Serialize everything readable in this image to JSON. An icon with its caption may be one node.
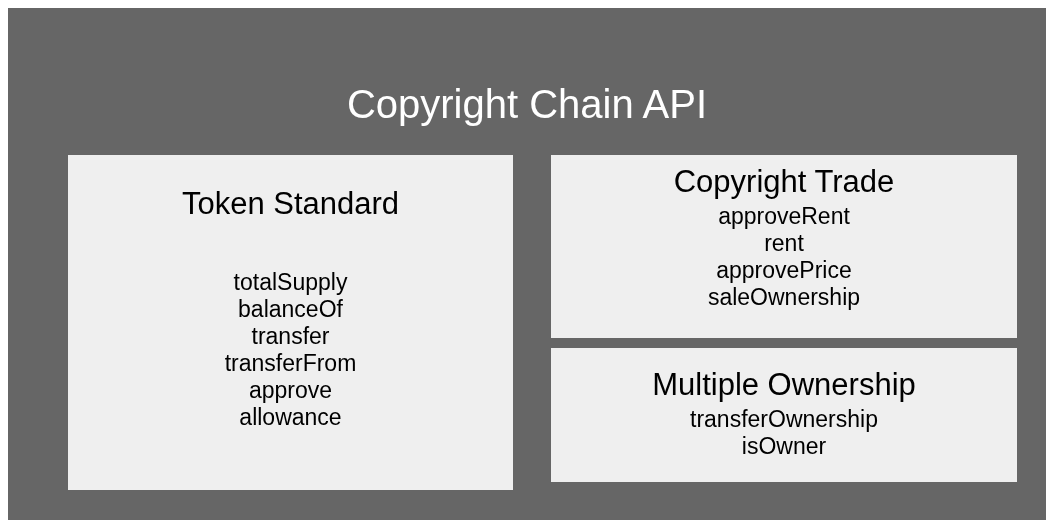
{
  "diagram": {
    "title": "Copyright Chain API",
    "nodes": [
      {
        "text": [
          "Token Standard",
          "totalSupply",
          "balanceOf",
          "transfer",
          "transferFrom",
          "approve",
          "allowance"
        ]
      },
      {
        "text": [
          "Copyright Trade",
          "approveRent",
          "rent",
          "approvePrice",
          "saleOwnership"
        ]
      },
      {
        "text": [
          "Multiple Ownership",
          "transferOwnership",
          "isOwner"
        ]
      }
    ]
  }
}
